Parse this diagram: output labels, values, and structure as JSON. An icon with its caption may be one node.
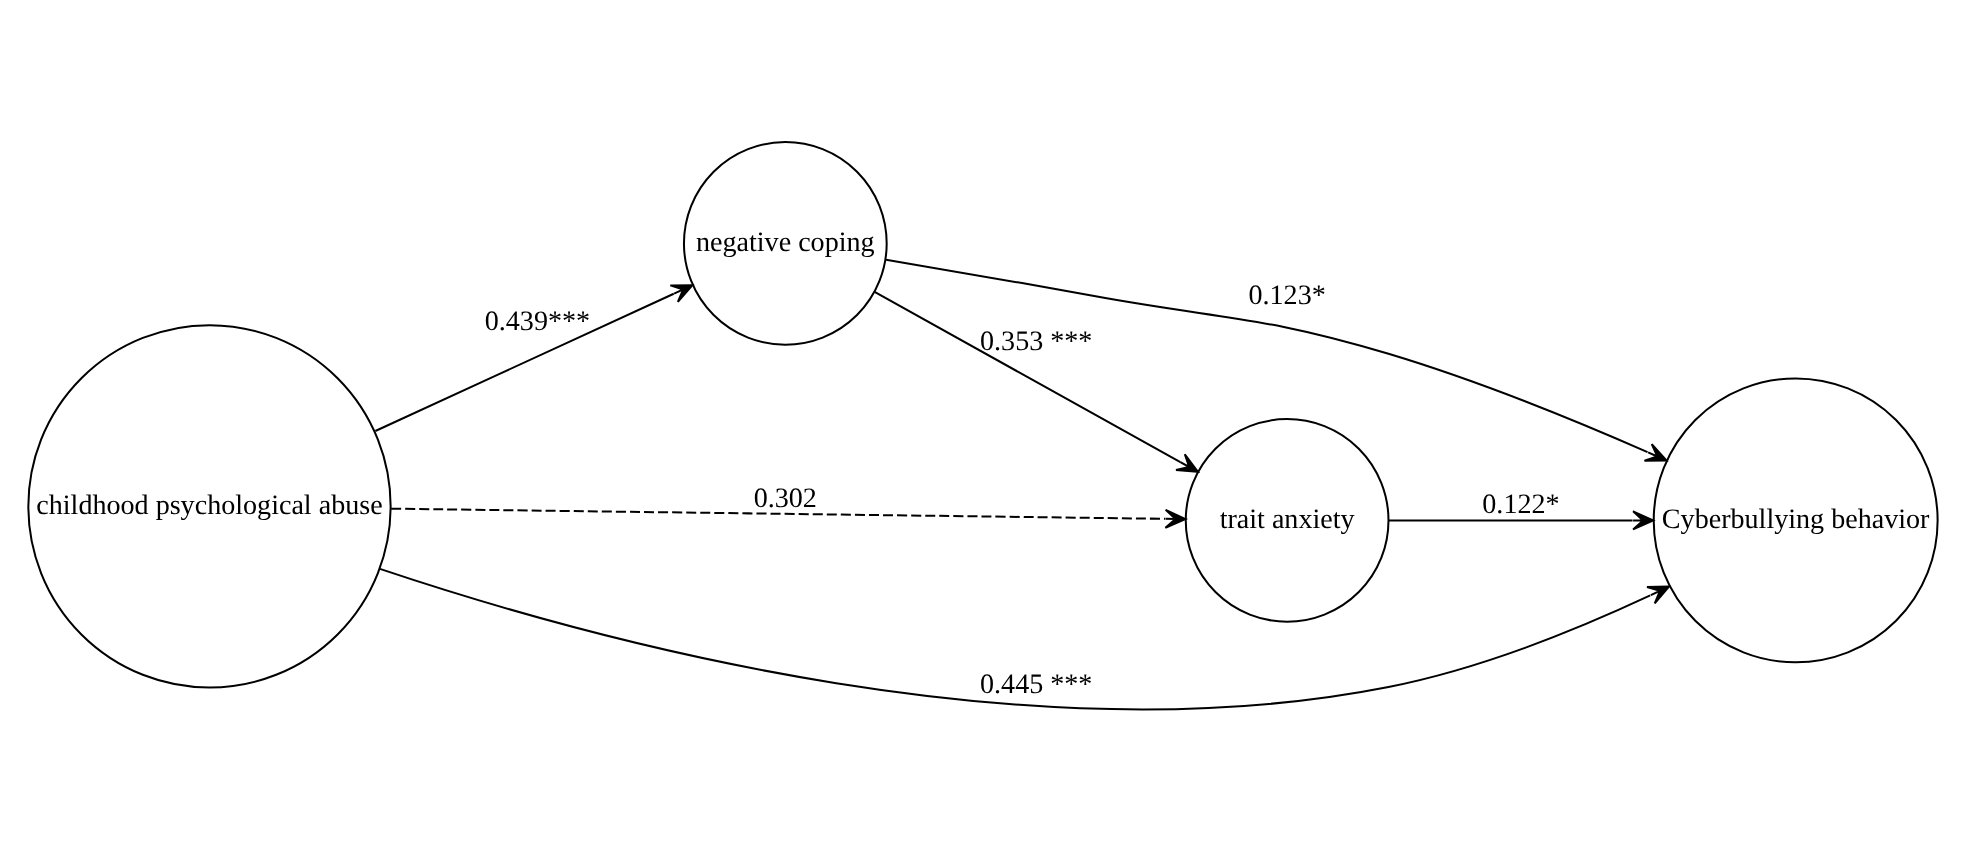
{
  "diagram": {
    "nodes": [
      {
        "text": [
          "negative coping"
        ]
      },
      {
        "text": [
          "trait anxiety"
        ]
      },
      {
        "text": [
          "childhood psychological abuse"
        ]
      },
      {
        "text": [
          "Cyberbullying behavior"
        ]
      }
    ],
    "edges": [
      {
        "from": 2,
        "to": 0,
        "arrow": "to",
        "label": "0.439***"
      },
      {
        "from": 0,
        "to": 1,
        "arrow": "to",
        "label": "0.353 ***"
      },
      {
        "from": 2,
        "to": 1,
        "arrow": "to",
        "label": "0.302",
        "style": "dashed"
      },
      {
        "from": 0,
        "to": 3,
        "arrow": "to",
        "label": "0.123*"
      },
      {
        "from": 1,
        "to": 3,
        "arrow": "to",
        "label": "0.122*"
      },
      {
        "from": 2,
        "to": 3,
        "arrow": "to",
        "label": "0.445 ***"
      }
    ]
  }
}
